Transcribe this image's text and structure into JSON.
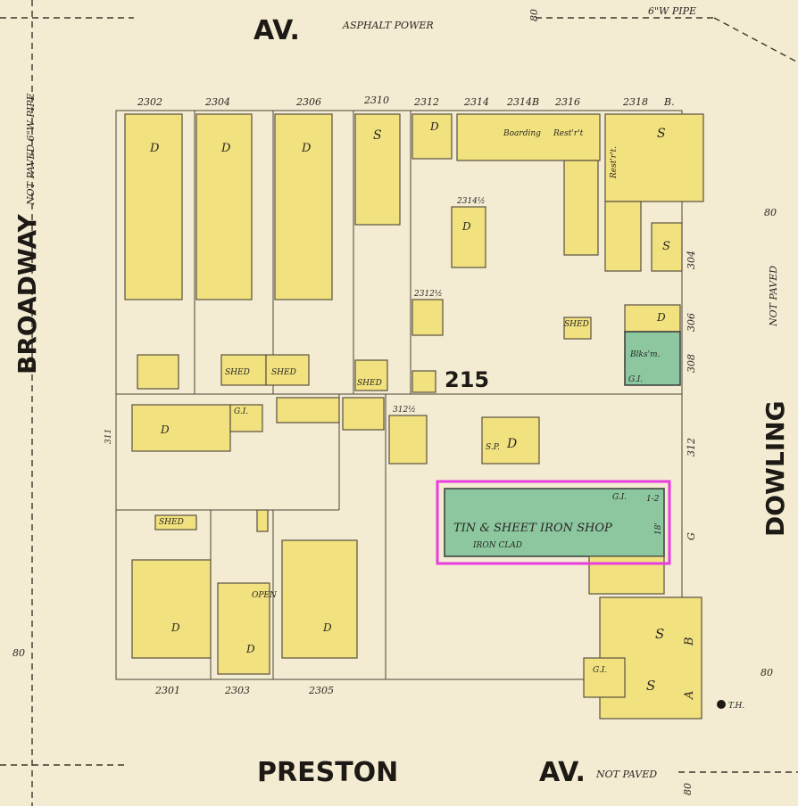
{
  "streets": {
    "top": "AV.",
    "top_note": "ASPHALT POWER",
    "left": "BROADWAY",
    "left_note": "NOT PAVED 6\"W PIPE",
    "right": "DOWLING",
    "right_note": "NOT PAVED",
    "bottom": "PRESTON",
    "bottom_av": "AV.",
    "bottom_note": "NOT PAVED",
    "top_right_pipe": "6\"W PIPE"
  },
  "widths": {
    "top": "80",
    "right": "80",
    "left_bottom": "80",
    "right_bottom": "80",
    "bottom": "80"
  },
  "block_number": "215",
  "addresses_top": [
    "2302",
    "2304",
    "2306",
    "2310",
    "2312",
    "2314",
    "2314B",
    "2316",
    "2318",
    "B."
  ],
  "addresses_bottom": [
    "2301",
    "2303",
    "2305"
  ],
  "addresses_right": [
    "304",
    "306",
    "308",
    "312"
  ],
  "address_mid": [
    "2314½",
    "2312½",
    "312½",
    "311"
  ],
  "labels": {
    "boarding": "Boarding",
    "restrt": "Rest'r't",
    "restrt2": "Rest'r't.",
    "shed": "SHED",
    "open": "OPEN",
    "blksm": "Blks'm.",
    "gi": "G.I.",
    "sp": "S.P.",
    "th": "T.H.",
    "d": "D",
    "s": "S",
    "a": "A",
    "b": "B",
    "g": "G"
  },
  "shop": {
    "name": "TIN & SHEET IRON SHOP",
    "note": "IRON CLAD",
    "gi": "G.I.",
    "num": "1-2",
    "dim": "18'"
  },
  "colors": {
    "paper": "#f3ecd2",
    "frame": "#f1e27f",
    "iron_clad": "#8cc7a0",
    "highlight": "#e83ee0"
  }
}
